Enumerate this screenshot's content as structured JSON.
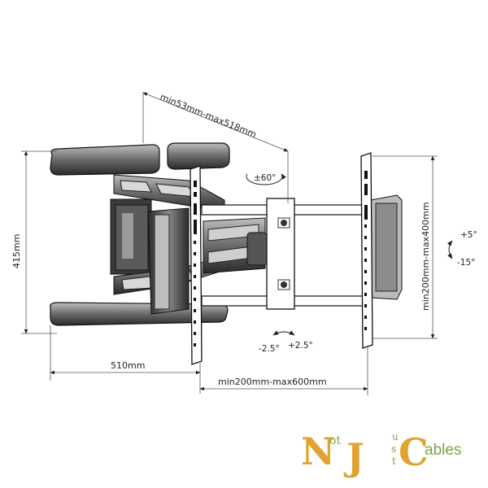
{
  "diagram": {
    "dimensions": {
      "arm_extension": "min53mm-max518mm",
      "height": "415mm",
      "width": "510mm",
      "horizontal_vesa": "min200mm-max600mm",
      "vertical_vesa": "min200mm-max400mm"
    },
    "rotation": {
      "swivel": "±60°",
      "tilt_up": "+5°",
      "tilt_down": "-15°",
      "level_left": "-2.5°",
      "level_right": "+2.5°"
    }
  },
  "logo": {
    "n": "N",
    "ot": "ot",
    "j": "J",
    "ust": "ust",
    "c": "C",
    "ables": "ables",
    "colors": {
      "gold": "#e2a232",
      "green": "#7aa540"
    }
  }
}
